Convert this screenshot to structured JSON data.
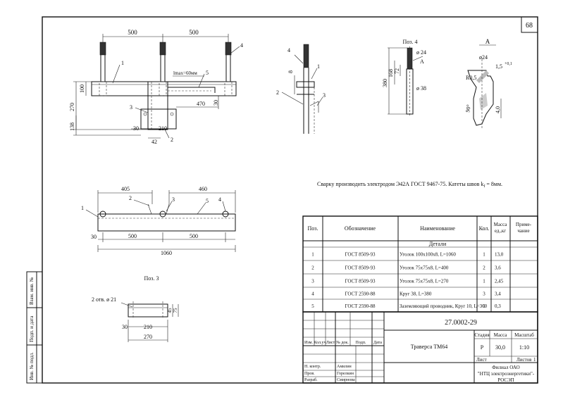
{
  "page_number": "68",
  "side_stamp": [
    "Инв. № подл.",
    "Подп. и дата",
    "Взам. инв. №"
  ],
  "weld_note": "Сварку производить электродом Э42А ГОСТ 9467-75.  Катеты швов k",
  "weld_note_sub": "f",
  "weld_note_tail": " = 8мм.",
  "views": {
    "pos4_title": "Поз. 4",
    "pos3_title": "Поз. 3",
    "detail_a_title": "А",
    "detail_a_label": "А"
  },
  "dims": {
    "top": {
      "d500a": "500",
      "d500b": "500",
      "d270": "270",
      "d100": "100",
      "d138": "138",
      "d30a": "30",
      "d210": "210",
      "d42": "42",
      "d470": "470",
      "d30b": "30",
      "lmax": "lmax=60мм"
    },
    "side": {
      "d8": "8"
    },
    "pos4": {
      "d24": "ø 24",
      "d38": "ø 38",
      "d380": "380",
      "d168": "168",
      "d72": "72"
    },
    "detail": {
      "d24": "ø24",
      "r05": "R0,5",
      "chamfer": "1,5",
      "chamfer_tol": "+0,1",
      "d40": "4,0",
      "a90": "90°"
    },
    "bottom": {
      "d405": "405",
      "d460": "460",
      "d30": "30",
      "d500a": "500",
      "d500b": "500",
      "d1060": "1060"
    },
    "pos3": {
      "holes": "2 отв. ø 21",
      "d30": "30",
      "d210": "210",
      "d270": "270",
      "d45": "45",
      "d75": "75"
    }
  },
  "leaders": {
    "top": [
      "1",
      "4",
      "5",
      "3",
      "2"
    ],
    "side": [
      "4",
      "1",
      "2",
      "3"
    ],
    "bottom": [
      "1",
      "2",
      "3",
      "5",
      "4"
    ]
  },
  "spec_table": {
    "headers": [
      "Поз.",
      "Обозначение",
      "Наименование",
      "Кол.",
      "Масса ед.,кг",
      "Приме-чание"
    ],
    "section": "Детали",
    "rows": [
      {
        "pos": "1",
        "code": "ГОСТ 8509-93",
        "name": "Уголок 100х100х8, L=1060",
        "qty": "1",
        "mass": "13,0",
        "note": ""
      },
      {
        "pos": "2",
        "code": "ГОСТ 8509-93",
        "name": "Уголок 75х75х8,  L=400",
        "qty": "2",
        "mass": "3,6",
        "note": ""
      },
      {
        "pos": "3",
        "code": "ГОСТ 8509-93",
        "name": "Уголок 75х75х8,  L=270",
        "qty": "1",
        "mass": "2,45",
        "note": ""
      },
      {
        "pos": "4",
        "code": "ГОСТ 2590-88",
        "name": "Круг 38, L=380",
        "qty": "3",
        "mass": "3,4",
        "note": ""
      },
      {
        "pos": "5",
        "code": "ГОСТ 2590-88",
        "name": "Заземляющий проводник, Круг 10, L=360",
        "qty": "1",
        "mass": "0,3",
        "note": ""
      }
    ]
  },
  "title_block": {
    "doc_code": "27.0002-29",
    "title": "Траверса ТМ64",
    "col_headers": [
      "Изм.",
      "Кол.уч",
      "Лист",
      "№ док.",
      "Подп.",
      "Дата"
    ],
    "stage_label": "Стадия",
    "mass_label": "Масса",
    "scale_label": "Масштаб",
    "stage": "Р",
    "mass": "30,0",
    "scale": "1:10",
    "sheet_label": "Лист",
    "sheets_label": "Листов",
    "sheets": "1",
    "roles": [
      {
        "role": "Н. контр.",
        "name": "Амилин"
      },
      {
        "role": "Пров.",
        "name": "Горелкин"
      },
      {
        "role": "Разраб.",
        "name": "Смирнова"
      }
    ],
    "org_line1": "Филиал ОАО",
    "org_line2": "\"НТЦ электроэнергетики\"-",
    "org_line3": "РОСЭП"
  }
}
